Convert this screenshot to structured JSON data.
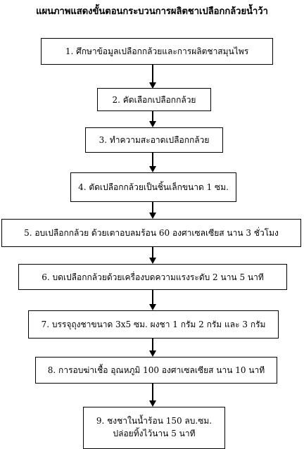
{
  "title": "แผนภาพแสดงขั้นตอนกระบวนการผลิตชาเปลือกกล้วยน้ำว้า",
  "steps": [
    {
      "text": "1. ศึกษาข้อมูลเปลือกกล้วยและการผลิตชาสมุนไพร"
    },
    {
      "text": "2. คัดเลือกเปลือกกล้วย"
    },
    {
      "text": "3. ทำความสะอาดเปลือกกล้วย"
    },
    {
      "text": "4. ตัดเปลือกกล้วยเป็นชิ้นเล็กขนาด 1 ซม."
    },
    {
      "text": "5. อบเปลือกกล้วย ด้วยเตาอบลมร้อน 60 องศาเซลเซียส นาน 3 ชั่วโมง"
    },
    {
      "text": "6. บดเปลือกกล้วยด้วยเครื่องบดความแรงระดับ 2 นาน 5 นาที"
    },
    {
      "text": "7. บรรจุถุงชาขนาด 3x5 ซม. ผงชา 1 กรัม 2 กรัม และ 3 กรัม"
    },
    {
      "text": "8. การอบฆ่าเชื้อ อุณหภูมิ 100 องศาเซลเซียส นาน 10 นาที"
    },
    {
      "text": "9. ชงชาในน้ำร้อน 150 ลบ.ซม.",
      "text2": "ปล่อยทิ้งไว้นาน 5 นาที"
    }
  ]
}
